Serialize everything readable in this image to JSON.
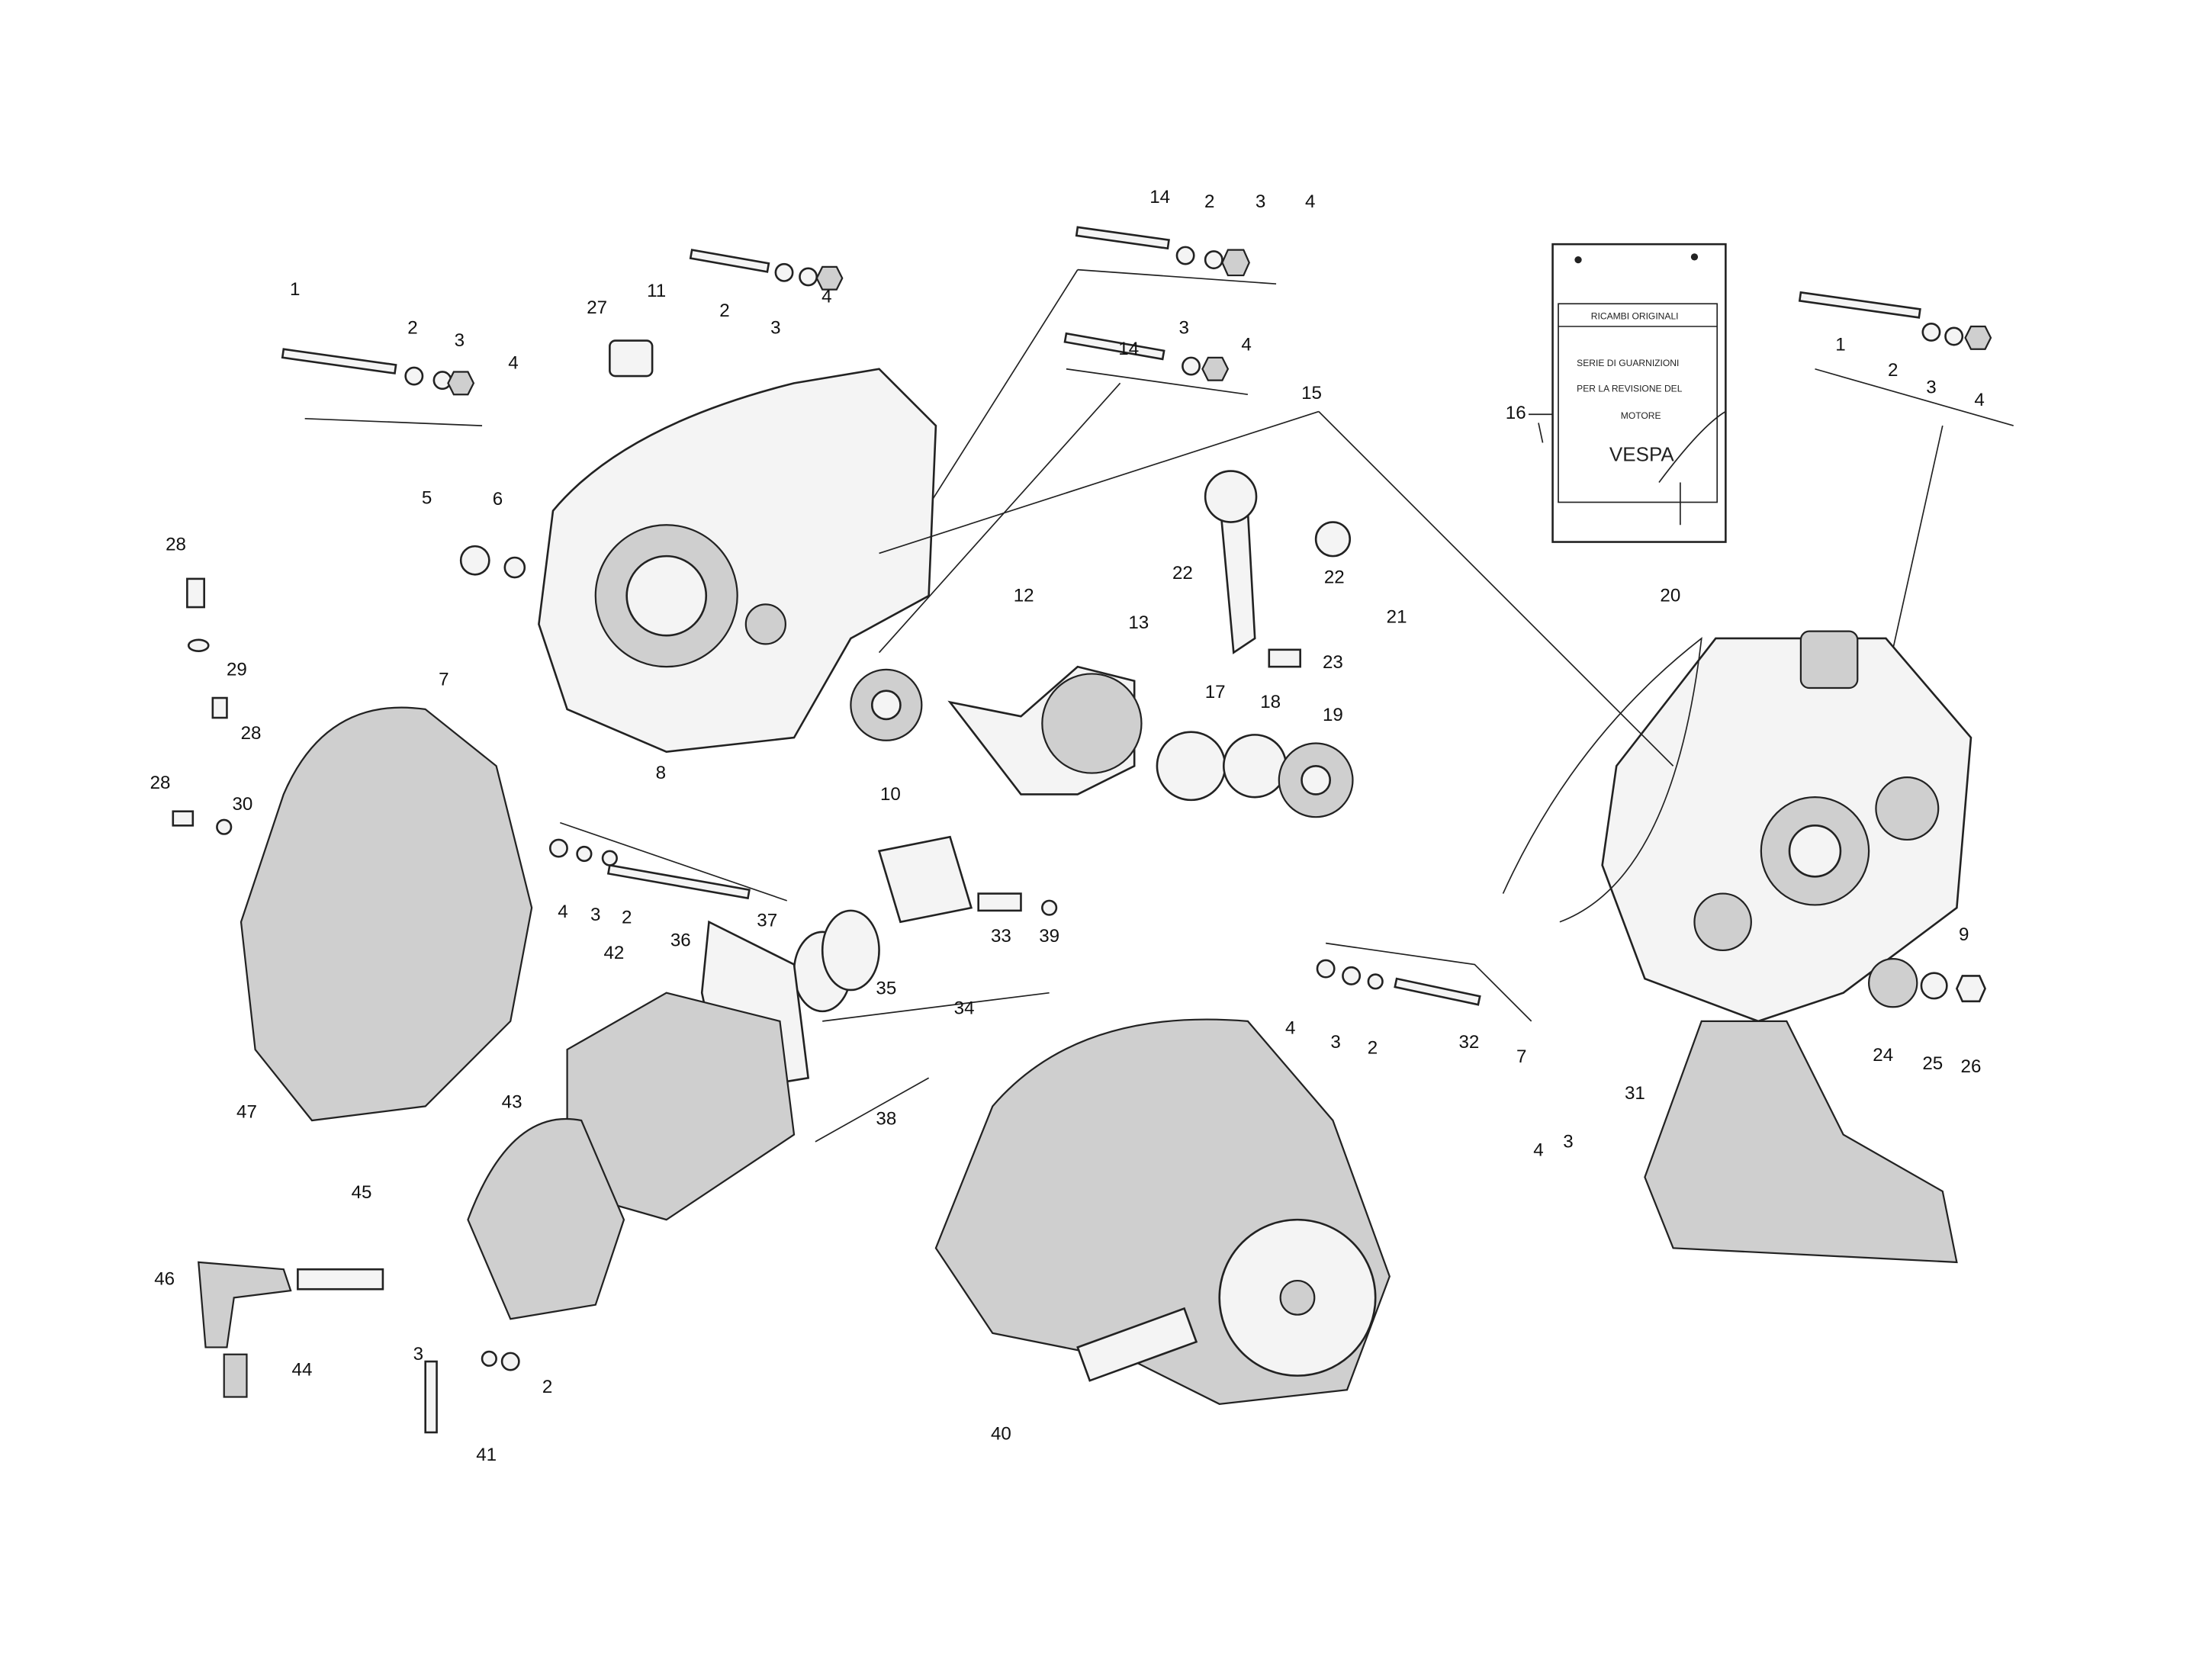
{
  "title": "Vespa engine exploded parts diagram",
  "packet": {
    "brand_line": "RICAMBI ORIGINALI",
    "line1": "SERIE DI GUARNIZIONI",
    "line2": "PER LA REVISIONE DEL",
    "line3": "MOTORE",
    "logo": "VESPA"
  },
  "callouts": [
    {
      "n": "1"
    },
    {
      "n": "2"
    },
    {
      "n": "3"
    },
    {
      "n": "4"
    },
    {
      "n": "11"
    },
    {
      "n": "2"
    },
    {
      "n": "3"
    },
    {
      "n": "4"
    },
    {
      "n": "27"
    },
    {
      "n": "14"
    },
    {
      "n": "2"
    },
    {
      "n": "3"
    },
    {
      "n": "4"
    },
    {
      "n": "14"
    },
    {
      "n": "3"
    },
    {
      "n": "4"
    },
    {
      "n": "15"
    },
    {
      "n": "16"
    },
    {
      "n": "1"
    },
    {
      "n": "2"
    },
    {
      "n": "3"
    },
    {
      "n": "4"
    },
    {
      "n": "5"
    },
    {
      "n": "6"
    },
    {
      "n": "28"
    },
    {
      "n": "29"
    },
    {
      "n": "28"
    },
    {
      "n": "28"
    },
    {
      "n": "30"
    },
    {
      "n": "7"
    },
    {
      "n": "8"
    },
    {
      "n": "10"
    },
    {
      "n": "12"
    },
    {
      "n": "13"
    },
    {
      "n": "22"
    },
    {
      "n": "22"
    },
    {
      "n": "21"
    },
    {
      "n": "23"
    },
    {
      "n": "17"
    },
    {
      "n": "18"
    },
    {
      "n": "19"
    },
    {
      "n": "20"
    },
    {
      "n": "9"
    },
    {
      "n": "4"
    },
    {
      "n": "3"
    },
    {
      "n": "2"
    },
    {
      "n": "36"
    },
    {
      "n": "37"
    },
    {
      "n": "42"
    },
    {
      "n": "35"
    },
    {
      "n": "33"
    },
    {
      "n": "39"
    },
    {
      "n": "34"
    },
    {
      "n": "47"
    },
    {
      "n": "43"
    },
    {
      "n": "38"
    },
    {
      "n": "45"
    },
    {
      "n": "46"
    },
    {
      "n": "44"
    },
    {
      "n": "3"
    },
    {
      "n": "2"
    },
    {
      "n": "41"
    },
    {
      "n": "40"
    },
    {
      "n": "4"
    },
    {
      "n": "3"
    },
    {
      "n": "2"
    },
    {
      "n": "32"
    },
    {
      "n": "7"
    },
    {
      "n": "4"
    },
    {
      "n": "3"
    },
    {
      "n": "31"
    },
    {
      "n": "24"
    },
    {
      "n": "25"
    },
    {
      "n": "26"
    }
  ]
}
